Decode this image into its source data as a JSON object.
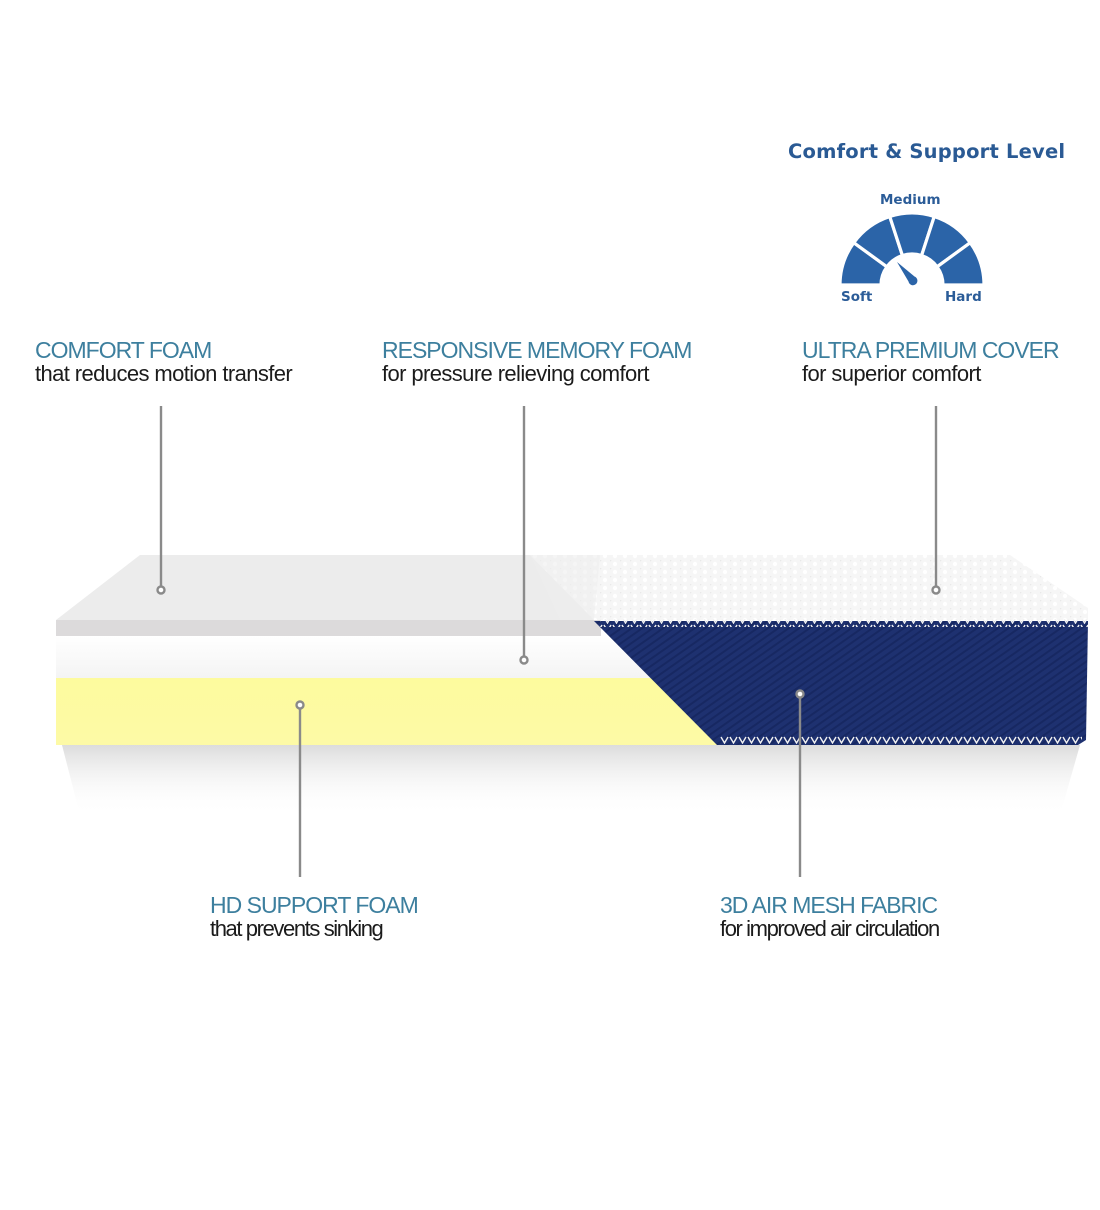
{
  "gauge": {
    "title": "Comfort & Support Level",
    "labels": {
      "min": "Soft",
      "mid": "Medium",
      "max": "Hard"
    },
    "segments": 5,
    "indicated_level": "Medium",
    "color": "#2b64a8"
  },
  "callouts": [
    {
      "id": "comfort-foam",
      "heading": "COMFORT FOAM",
      "subtext": "that reduces motion transfer"
    },
    {
      "id": "memory-foam",
      "heading": "RESPONSIVE MEMORY FOAM",
      "subtext": "for pressure relieving comfort"
    },
    {
      "id": "premium-cover",
      "heading": "ULTRA PREMIUM COVER",
      "subtext": "for superior comfort"
    },
    {
      "id": "hd-support-foam",
      "heading": "HD SUPPORT FOAM",
      "subtext": "that prevents sinking"
    },
    {
      "id": "air-mesh-fabric",
      "heading": "3D AIR MESH FABRIC",
      "subtext": "for improved air circulation"
    }
  ],
  "colors": {
    "heading": "#3d7f9e",
    "subtext": "#1b1b1b",
    "leader": "#8a8a8a",
    "comfort_foam": "#ebebeb",
    "memory_foam": "#ffffff",
    "support_foam": "#fdfba0",
    "mesh_fabric": "#1c2f6b",
    "cover": "#f4f4f4"
  }
}
